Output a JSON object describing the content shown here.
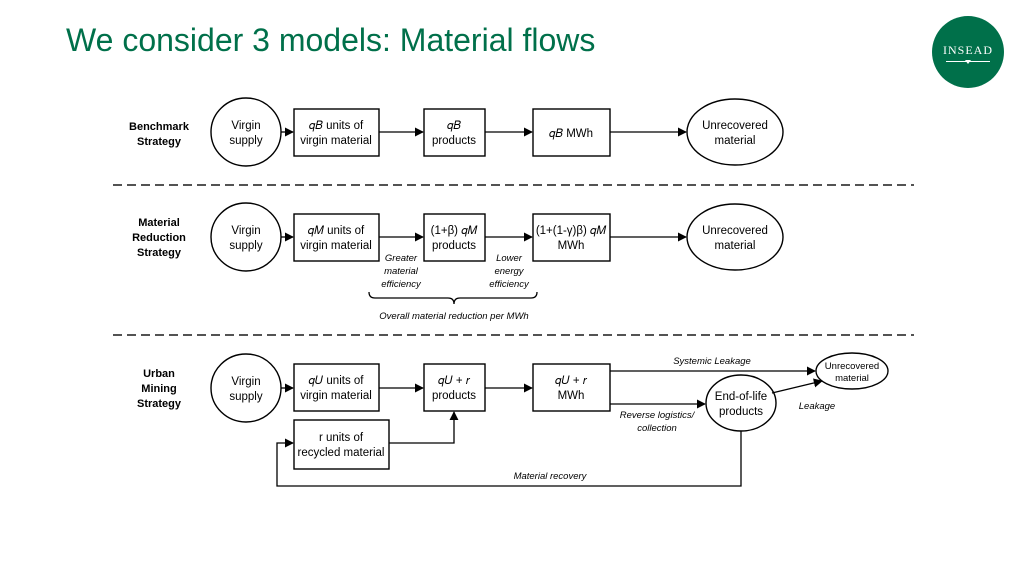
{
  "title": "We consider 3 models: Material flows",
  "logo": {
    "text": "INSEAD",
    "color": "#00704a"
  },
  "benchmark": {
    "label": [
      "Benchmark",
      "Strategy"
    ],
    "virgin": [
      "Virgin",
      "supply"
    ],
    "units": [
      "𝑞𝐵 units of",
      "virgin material"
    ],
    "products": [
      "𝑞𝐵",
      "products"
    ],
    "mwh": "𝑞𝐵 MWh",
    "unrecovered": [
      "Unrecovered",
      "material"
    ]
  },
  "reduction": {
    "label": [
      "Material",
      "Reduction",
      "Strategy"
    ],
    "virgin": [
      "Virgin",
      "supply"
    ],
    "units": [
      "𝑞𝑀 units of",
      "virgin material"
    ],
    "products": [
      "(1+β) 𝑞𝑀",
      "products"
    ],
    "mwh": [
      "(1+(1-γ)β) 𝑞𝑀",
      "MWh"
    ],
    "unrecovered": [
      "Unrecovered",
      "material"
    ],
    "note_left": [
      "Greater",
      "material",
      "efficiency"
    ],
    "note_right": [
      "Lower",
      "energy",
      "efficiency"
    ],
    "note_overall": "Overall material reduction per MWh"
  },
  "urban": {
    "label": [
      "Urban",
      "Mining",
      "Strategy"
    ],
    "virgin": [
      "Virgin",
      "supply"
    ],
    "units": [
      "𝑞𝑈 units of",
      "virgin material"
    ],
    "recycled": [
      "r units of",
      "recycled material"
    ],
    "products": [
      "𝑞𝑈 + 𝑟",
      "products"
    ],
    "mwh": [
      "𝑞𝑈 + 𝑟",
      "MWh"
    ],
    "end_of_life": [
      "End-of-life",
      "products"
    ],
    "unrecovered": [
      "Unrecovered",
      "material"
    ],
    "systemic_leakage": "Systemic Leakage",
    "leakage": "Leakage",
    "reverse_logistics": [
      "Reverse logistics/",
      "collection"
    ],
    "material_recovery": "Material recovery"
  },
  "colors": {
    "title": "#00704a",
    "lines": "#000000"
  }
}
